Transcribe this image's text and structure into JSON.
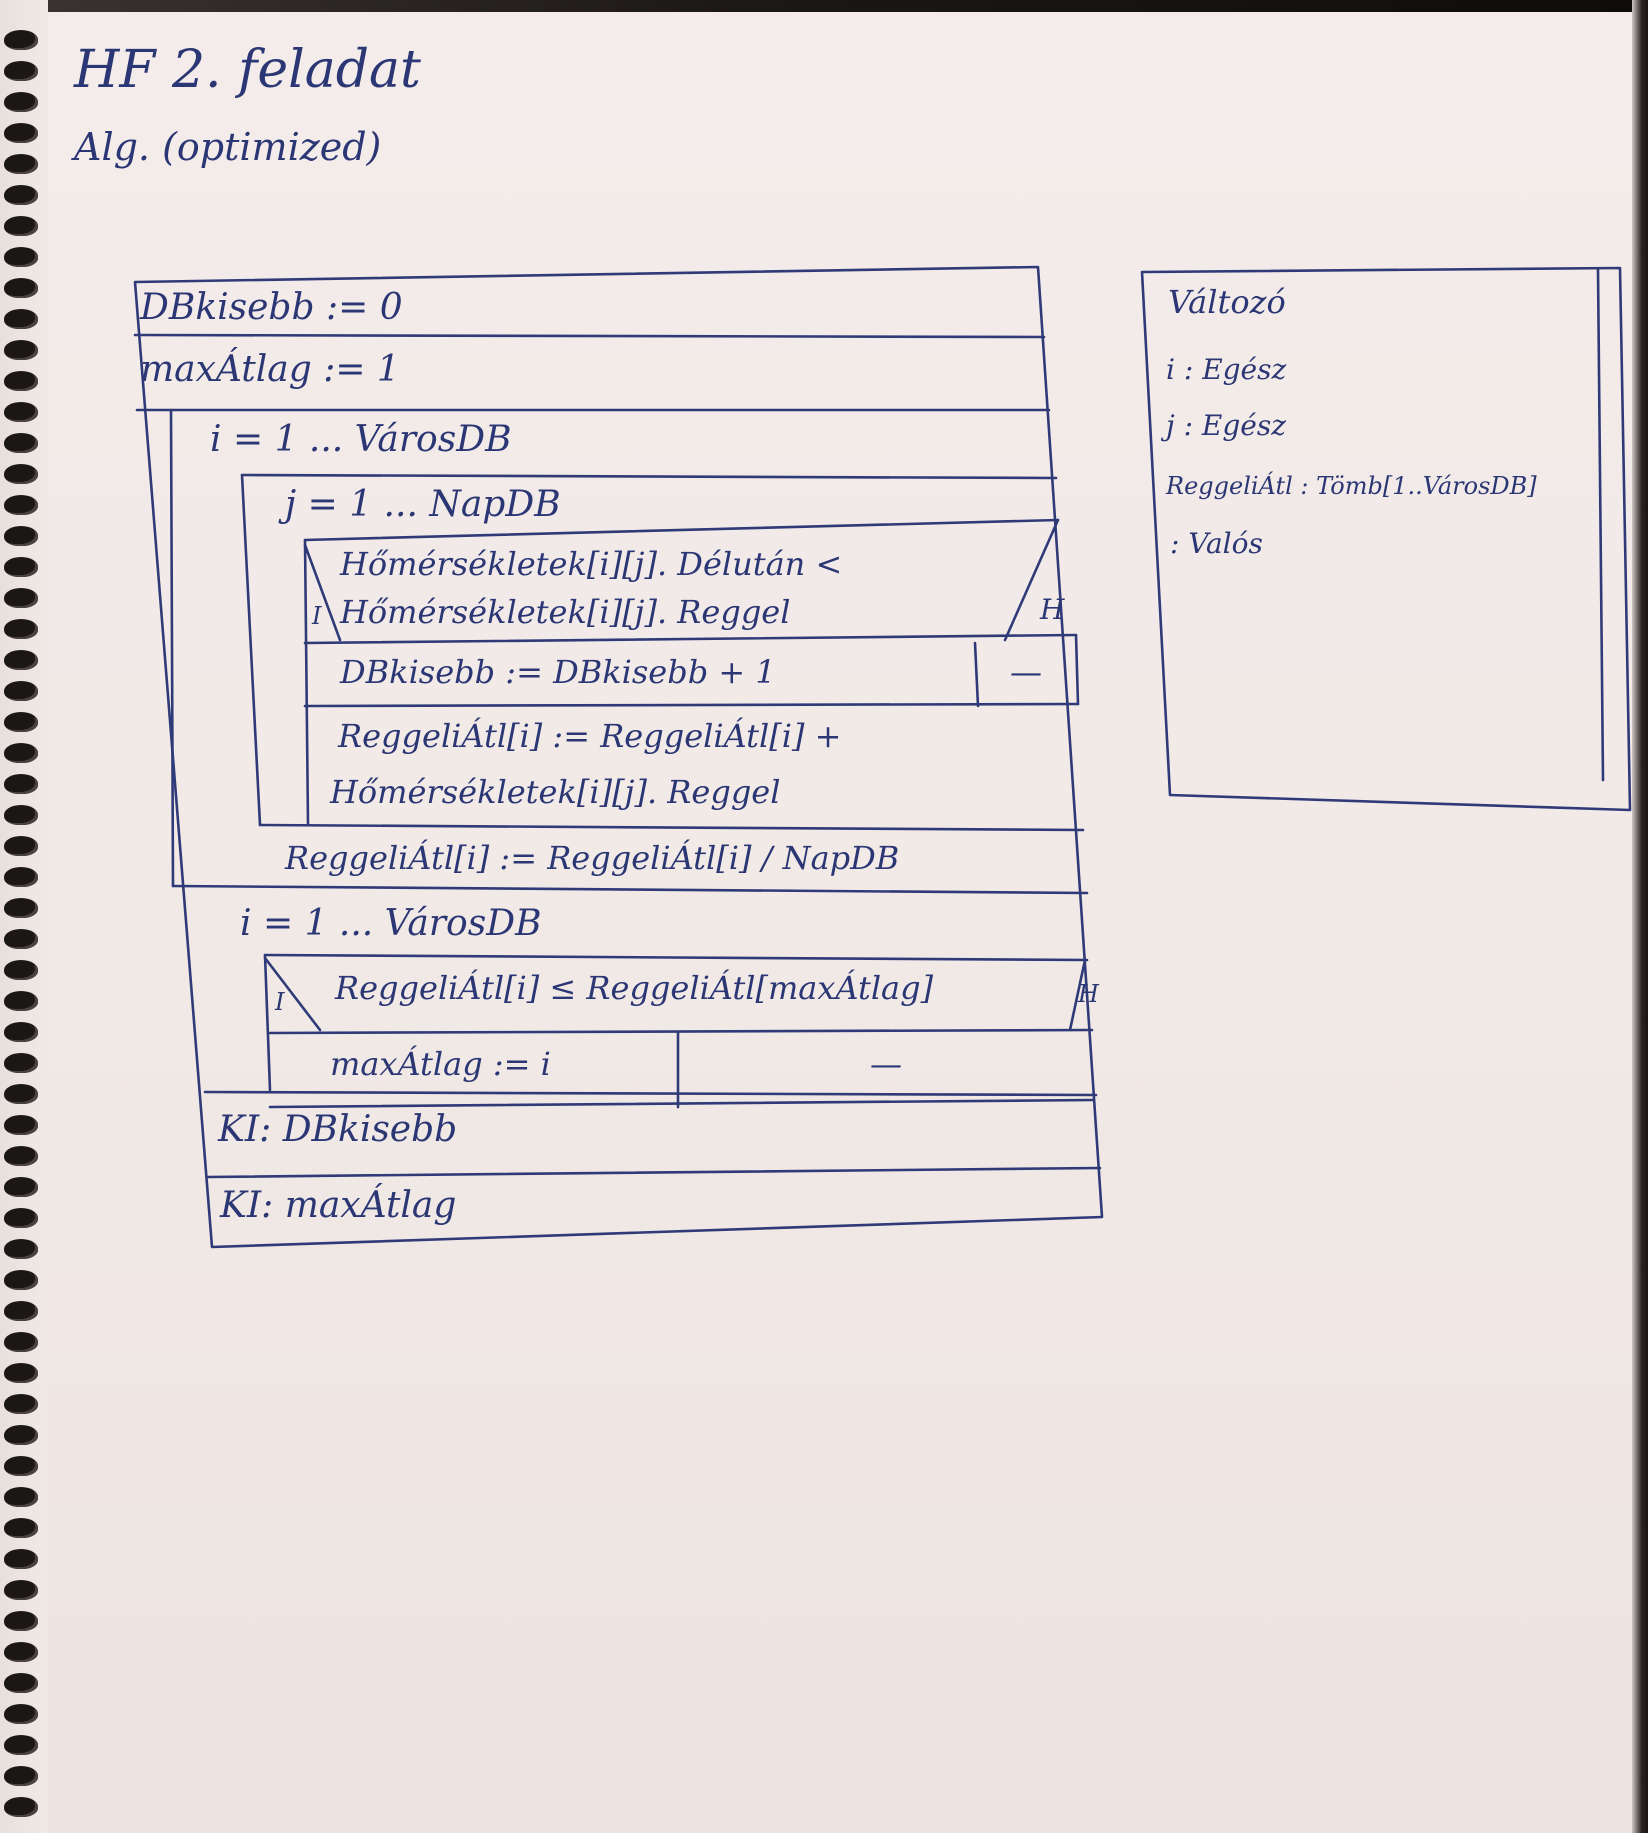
{
  "header": {
    "title": "HF 2. feladat",
    "subtitle": "Alg. (optimized)"
  },
  "struktogram": {
    "init_1": "DBkisebb := 0",
    "init_2": "maxÁtlag := 1",
    "outer_loop_1": "i = 1 ... VárosDB",
    "inner_loop": "j = 1 ... NapDB",
    "cond_1_line1": "Hőmérsékletek[i][j]. Délután <",
    "cond_1_line2": "Hőmérsékletek[i][j]. Reggel",
    "cond_1_true": "I",
    "cond_1_false": "H",
    "then_1": "DBkisebb := DBkisebb + 1",
    "else_1": "—",
    "sum_line1": "ReggeliÁtl[i] := ReggeliÁtl[i] +",
    "sum_line2": "Hőmérsékletek[i][j]. Reggel",
    "avg": "ReggeliÁtl[i] := ReggeliÁtl[i] / NapDB",
    "outer_loop_2": "i = 1 ... VárosDB",
    "cond_2": "ReggeliÁtl[i] ≤ ReggeliÁtl[maxÁtlag]",
    "cond_2_true": "I",
    "cond_2_false": "H",
    "then_2": "maxÁtlag := i",
    "else_2": "—",
    "out_1": "KI: DBkisebb",
    "out_2": "KI: maxÁtlag"
  },
  "variables": {
    "heading": "Változó",
    "items": [
      "i : Egész",
      "j : Egész",
      "ReggeliÁtl : Tömb[1..VárosDB]",
      ": Valós"
    ]
  }
}
